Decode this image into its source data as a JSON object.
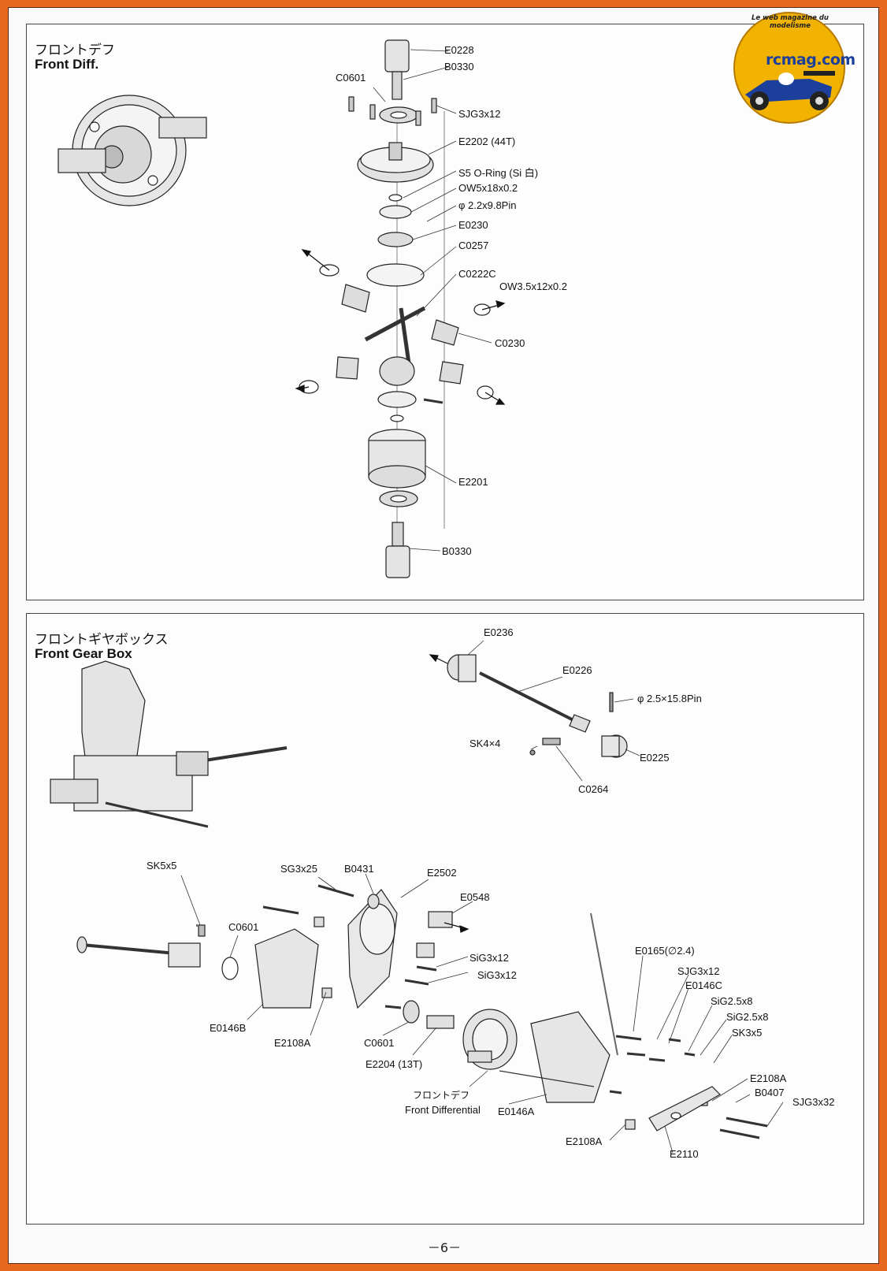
{
  "page_number": "－6－",
  "logo": {
    "brand": "rcmag.com",
    "tagline": "Le web magazine du modelisme"
  },
  "front_diff": {
    "title_jp": "フロントデフ",
    "title_en": "Front Diff.",
    "labels": {
      "e0228": "E0228",
      "b0330_top": "B0330",
      "c0601": "C0601",
      "sjg3x12": "SJG3x12",
      "e2202": "E2202 (44T)",
      "s5_oring": "S5 O-Ring (Si 白)",
      "ow5x18": "OW5x18x0.2",
      "pin22": "φ 2.2x9.8Pin",
      "e0230": "E0230",
      "c0257": "C0257",
      "c0222c": "C0222C",
      "ow35": "OW3.5x12x0.2",
      "c0230": "C0230",
      "e2201": "E2201",
      "b0330_bottom": "B0330"
    }
  },
  "front_gear_box": {
    "title_jp": "フロントギヤボックス",
    "title_en": "Front Gear Box",
    "labels": {
      "e0236": "E0236",
      "e0226": "E0226",
      "pin25": "φ 2.5×15.8Pin",
      "sk4x4": "SK4×4",
      "e0225": "E0225",
      "c0264": "C0264",
      "sk5x5": "SK5x5",
      "sg3x25": "SG3x25",
      "b0431": "B0431",
      "e2502": "E2502",
      "e0548": "E0548",
      "c0601_a": "C0601",
      "sig3x12_a": "SiG3x12",
      "sig3x12_b": "SiG3x12",
      "e0146b": "E0146B",
      "e2108a_a": "E2108A",
      "c0601_b": "C0601",
      "e2204": "E2204 (13T)",
      "front_diff_jp": "フロントデフ",
      "front_diff_en": "Front Differential",
      "e0146a": "E0146A",
      "e0165": "E0165(∅2.4)",
      "sjg3x12": "SJG3x12",
      "e0146c": "E0146C",
      "sig25x8_a": "SiG2.5x8",
      "sig25x8_b": "SiG2.5x8",
      "sk3x5": "SK3x5",
      "e2108a_b": "E2108A",
      "b0407": "B0407",
      "sjg3x32": "SJG3x32",
      "e2108a_c": "E2108A",
      "e2110": "E2110"
    }
  }
}
